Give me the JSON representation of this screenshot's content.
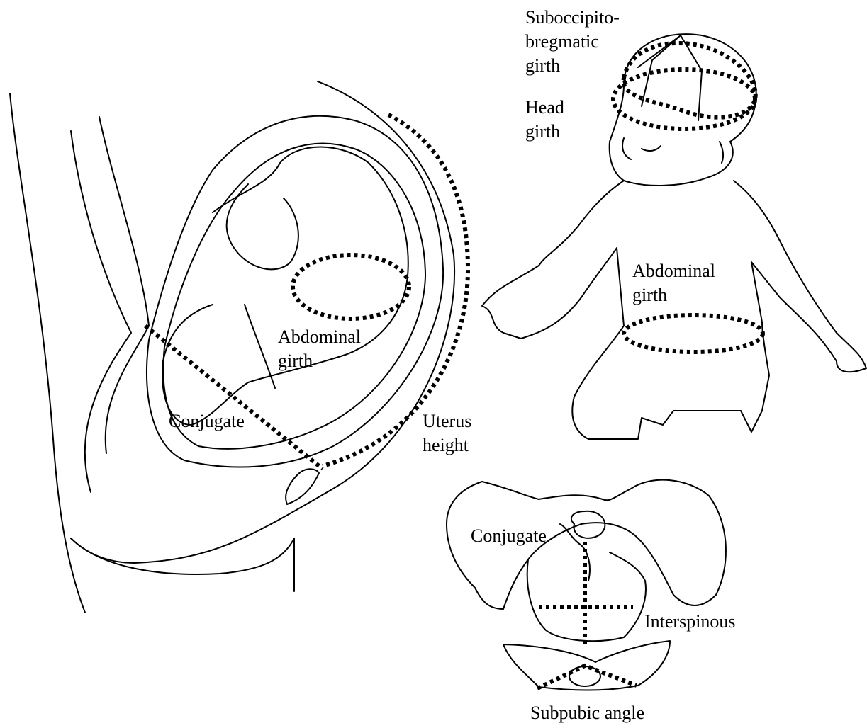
{
  "labels": {
    "fetus_abdominal_girth": "Abdominal\ngirth",
    "fetus_conjugate": "Conjugate",
    "uterus_height": "Uterus\nheight",
    "infant_suboccipito_bregmatic": "Suboccipito-\nbregmatic\ngirth",
    "infant_head_girth": "Head\ngirth",
    "infant_abdominal_girth": "Abdominal\ngirth",
    "pelvis_conjugate": "Conjugate",
    "pelvis_interspinous": "Interspinous",
    "pelvis_subpubic_angle": "Subpubic angle"
  }
}
